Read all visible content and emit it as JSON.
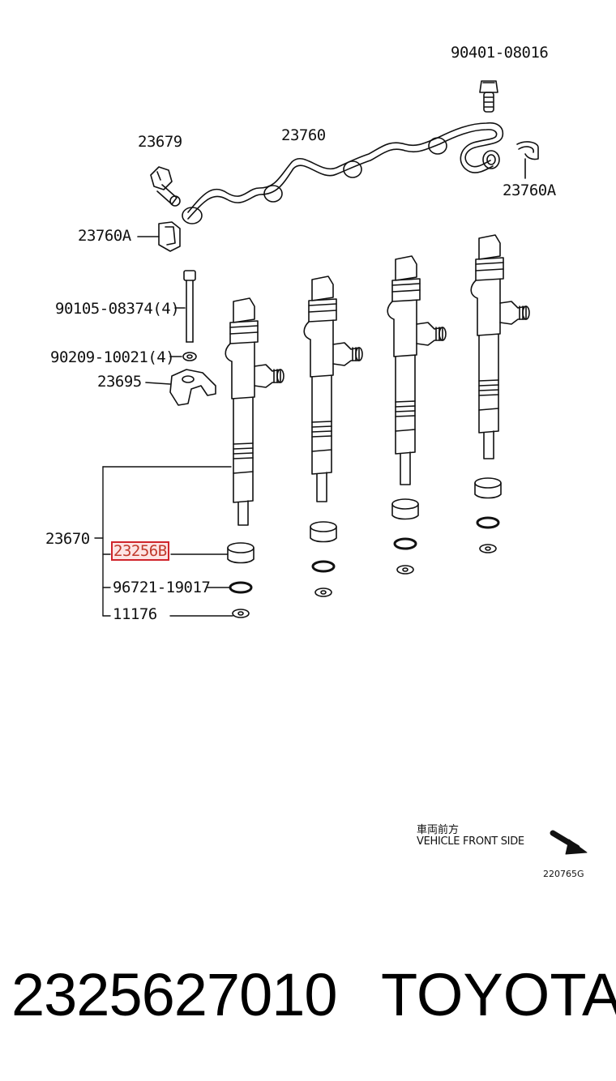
{
  "labels": {
    "bolt_90401": "90401-08016",
    "fuel_pipe": "23760",
    "union_bolt": "23679",
    "clamp_right": "23760A",
    "clamp_left": "23760A",
    "bolt_90105": "90105-08374(4)",
    "washer_90209": "90209-10021(4)",
    "clamp_23695": "23695",
    "injector_assy": "23670",
    "seal_highlighted": "23256B",
    "oring": "96721-19017",
    "gasket": "11176"
  },
  "notes": {
    "front_jp": "車両前方",
    "front_en": "VEHICLE FRONT SIDE",
    "ref_code": "220765G"
  },
  "footer": {
    "part_number": "2325627010",
    "brand": "TOYOTA"
  },
  "colors": {
    "highlight_border": "#d0242b",
    "highlight_fill": "#fde4e4",
    "line": "#111111"
  }
}
